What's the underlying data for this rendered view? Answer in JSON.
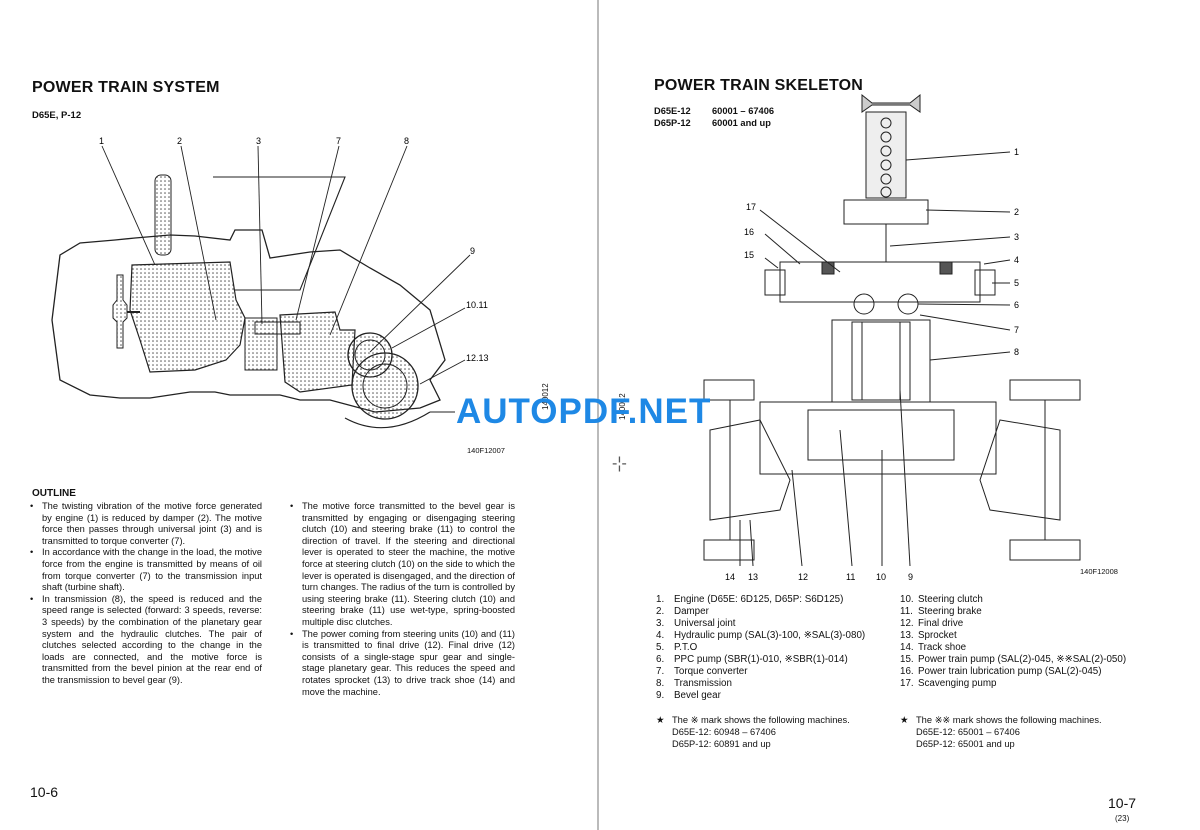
{
  "left": {
    "title": "POWER TRAIN SYSTEM",
    "subtitle": "D65E, P-12",
    "figure_code": "140F12007",
    "callouts": [
      "1",
      "2",
      "3",
      "7",
      "8",
      "9",
      "10.11",
      "12.13"
    ],
    "outline_heading": "OUTLINE",
    "col1": [
      "The twisting vibration of the motive force generated by engine (1) is reduced by damper (2). The motive force then passes through universal joint (3) and is transmitted to torque converter (7).",
      "In accordance with the change in the load, the motive force from the engine is transmitted by means of oil from torque converter (7) to the transmission input shaft (turbine shaft).",
      "In transmission (8), the speed is reduced and the speed range is selected (forward: 3 speeds, reverse: 3 speeds) by the combination of the planetary gear system and the hydraulic clutches. The pair of clutches selected according to the change in the loads are connected, and the motive force is transmitted from the bevel pinion at the rear end of the transmission to bevel gear (9)."
    ],
    "col2": [
      "The motive force transmitted to the bevel gear is transmitted by engaging or disengaging steering clutch (10) and steering brake (11) to control the direction of travel. If the steering and directional lever is operated to steer the machine, the motive force at steering clutch (10) on the side to which the lever is operated is disengaged, and the direction of turn changes. The radius of the turn is controlled by using steering brake (11). Steering clutch (10) and steering brake (11) use wet-type, spring-boosted multiple disc clutches.",
      "The power coming from steering units (10) and (11) is transmitted to final drive (12). Final drive (12) consists of a single-stage spur gear and single-stage planetary gear. This reduces the speed and rotates sprocket (13) to drive track shoe (14) and move the machine."
    ],
    "page_number": "10-6",
    "side_code": "140012"
  },
  "right": {
    "title": "POWER TRAIN SKELETON",
    "models": [
      {
        "model": "D65E-12",
        "serial": "60001 – 67406"
      },
      {
        "model": "D65P-12",
        "serial": "60001 and up"
      }
    ],
    "figure_code": "140F12008",
    "callouts_right": [
      "1",
      "2",
      "3",
      "4",
      "5",
      "6",
      "7",
      "8"
    ],
    "callouts_left": [
      "17",
      "16",
      "15"
    ],
    "callouts_bottom": [
      "14",
      "13",
      "12",
      "11",
      "10",
      "9"
    ],
    "legend_left": [
      {
        "n": "1.",
        "t": "Engine (D65E: 6D125, D65P: S6D125)"
      },
      {
        "n": "2.",
        "t": "Damper"
      },
      {
        "n": "3.",
        "t": "Universal joint"
      },
      {
        "n": "4.",
        "t": "Hydraulic pump (SAL(3)-100, ※SAL(3)-080)"
      },
      {
        "n": "5.",
        "t": "P.T.O"
      },
      {
        "n": "6.",
        "t": "PPC pump (SBR(1)-010, ※SBR(1)-014)"
      },
      {
        "n": "7.",
        "t": "Torque converter"
      },
      {
        "n": "8.",
        "t": "Transmission"
      },
      {
        "n": "9.",
        "t": "Bevel gear"
      }
    ],
    "legend_right": [
      {
        "n": "10.",
        "t": "Steering clutch"
      },
      {
        "n": "11.",
        "t": "Steering brake"
      },
      {
        "n": "12.",
        "t": "Final drive"
      },
      {
        "n": "13.",
        "t": "Sprocket"
      },
      {
        "n": "14.",
        "t": "Track shoe"
      },
      {
        "n": "15.",
        "t": "Power train pump (SAL(2)-045, ※※SAL(2)-050)"
      },
      {
        "n": "16.",
        "t": "Power train lubrication pump (SAL(2)-045)"
      },
      {
        "n": "17.",
        "t": "Scavenging pump"
      }
    ],
    "note1": {
      "star": "★",
      "head": "The ※ mark shows the following machines.",
      "lines": [
        "D65E-12: 60948 – 67406",
        "D65P-12: 60891 and up"
      ]
    },
    "note2": {
      "star": "★",
      "head": "The ※※ mark shows the following machines.",
      "lines": [
        "D65E-12: 65001 – 67406",
        "D65P-12: 65001 and up"
      ]
    },
    "page_number": "10-7",
    "page_sub": "(23)",
    "side_code": "140012"
  },
  "watermark": "AUTOPDF.NET"
}
